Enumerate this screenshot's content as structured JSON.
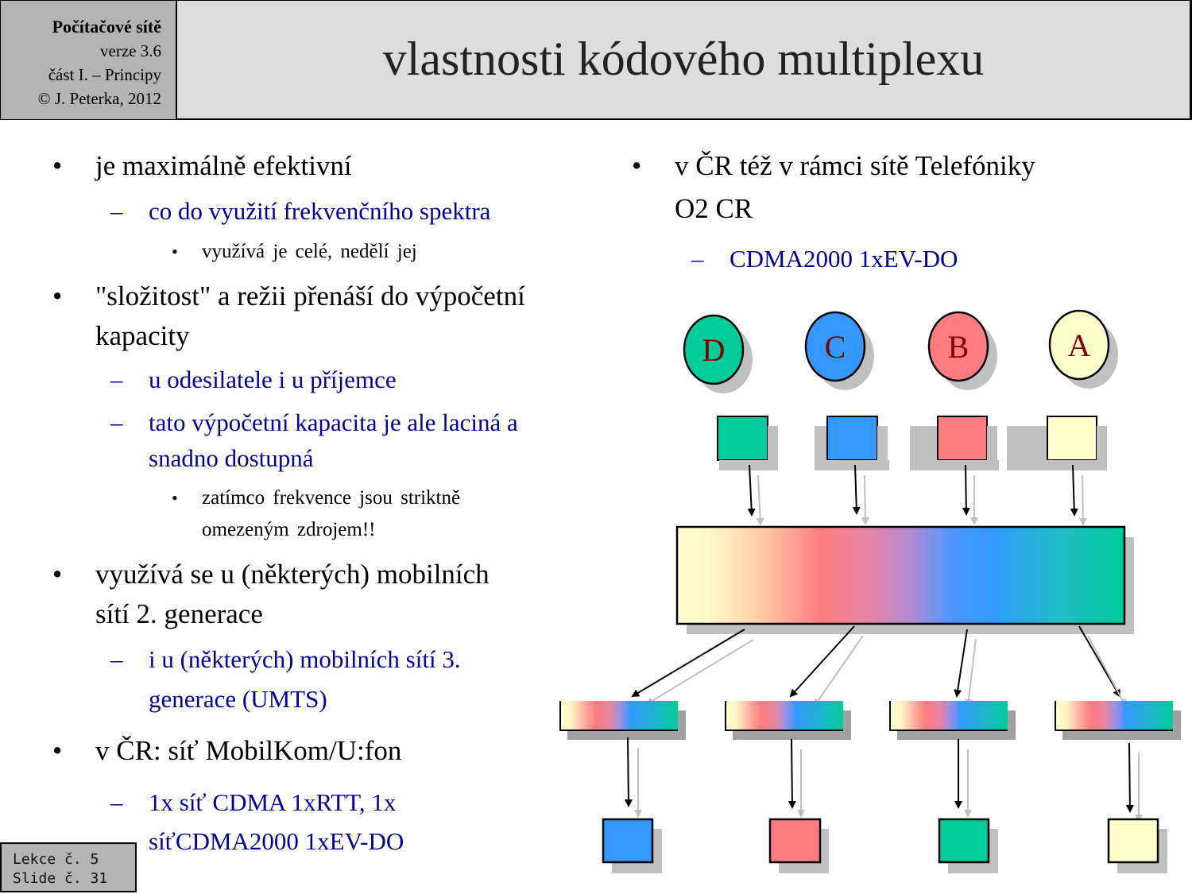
{
  "header": {
    "course": "Počítačové sítě",
    "version": "verze 3.6",
    "part": "část I.  –  Principy",
    "copyright": "© J. Peterka, 2012",
    "title": "vlastnosti kódového multiplexu"
  },
  "left_column": {
    "b1": {
      "text": "je maximálně efektivní",
      "sub1": "co do využití frekvenčního spektra",
      "sub1_detail": "využívá je celé, nedělí jej"
    },
    "b2": {
      "line1": "\"složitost\" a režii přenáší do výpočetní",
      "line2": "kapacity",
      "sub1": "u odesilatele i u příjemce",
      "sub2_line1": "tato výpočetní kapacita je ale laciná a",
      "sub2_line2": "snadno dostupná",
      "sub2_detail_line1": "zatímco frekvence jsou striktně",
      "sub2_detail_line2": "omezeným zdrojem!!"
    },
    "b3": {
      "line1": "využívá se u (některých) mobilních",
      "line2": "sítí 2. generace",
      "sub1_line1": "i u (některých) mobilních sítí 3.",
      "sub1_line2": "generace (UMTS)"
    },
    "b4": {
      "text": "v ČR: síť MobilKom/U:fon",
      "sub1_line1": "1x síť CDMA 1xRTT, 1x",
      "sub1_line2": "síťCDMA2000 1xEV-DO"
    }
  },
  "right_column": {
    "b1": {
      "line1": "v ČR též v rámci sítě Telefóniky",
      "line2": "O2 CR",
      "sub1": "CDMA2000 1xEV-DO"
    }
  },
  "bullets": {
    "dot": "•",
    "dash": "–"
  },
  "diagram": {
    "senders": [
      {
        "label": "D",
        "color": "#00cc99"
      },
      {
        "label": "C",
        "color": "#3399ff"
      },
      {
        "label": "B",
        "color": "#ff7c80"
      },
      {
        "label": "A",
        "color": "#ffffcc"
      }
    ],
    "receivers": [
      {
        "color": "#3399ff"
      },
      {
        "color": "#ff7c80"
      },
      {
        "color": "#00cc99"
      },
      {
        "color": "#ffffcc"
      }
    ],
    "label_color": "#800000",
    "shadow_color": "#c0c0c0"
  },
  "footer": {
    "lecture": "Lekce č. 5",
    "slide": "Slide č. 31"
  }
}
